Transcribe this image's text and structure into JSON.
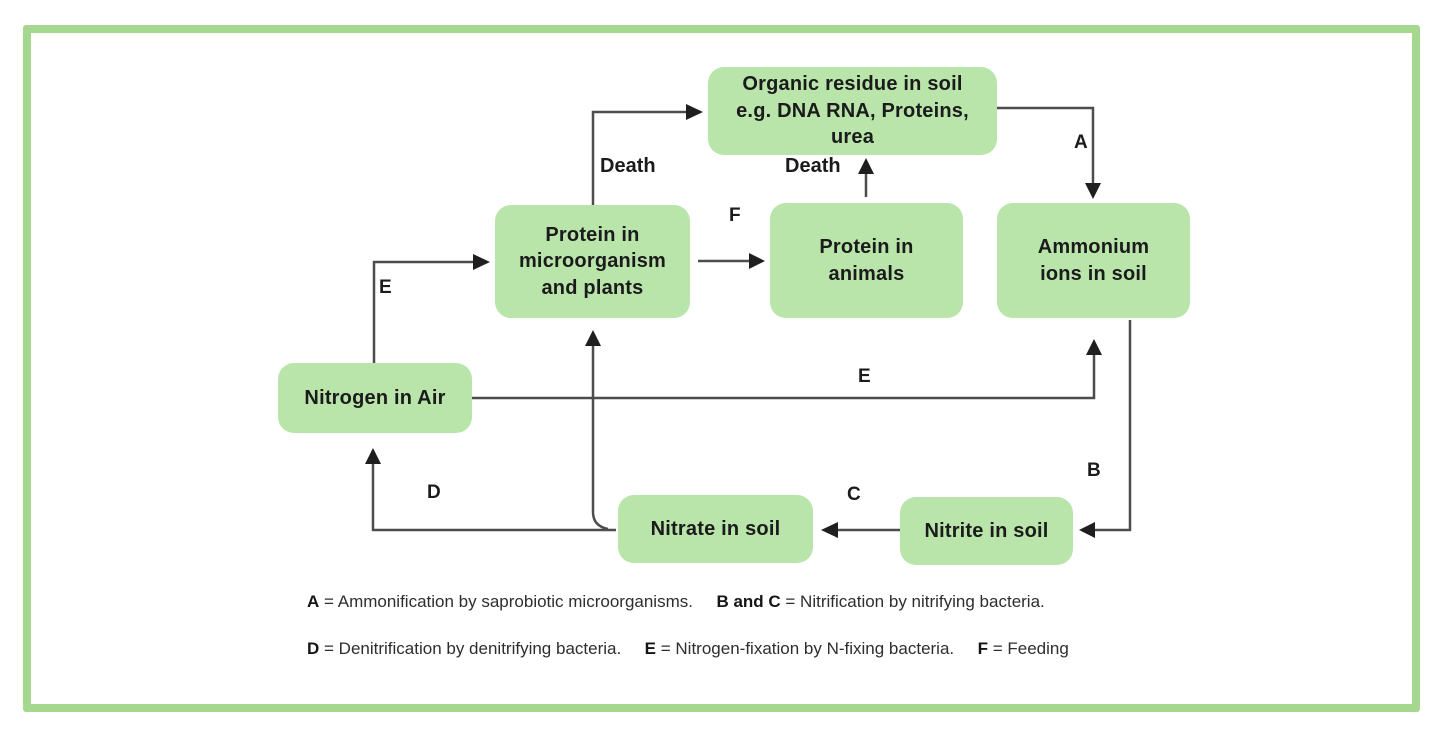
{
  "diagram": {
    "nodes": {
      "organic": {
        "label": "Organic residue in soil\ne.g. DNA RNA, Proteins,\nurea"
      },
      "protein_micro": {
        "label": "Protein in\nmicroorganism\nand plants"
      },
      "protein_animals": {
        "label": "Protein in\nanimals"
      },
      "ammonium": {
        "label": "Ammonium\nions in soil"
      },
      "nitrogen_air": {
        "label": "Nitrogen in Air"
      },
      "nitrate": {
        "label": "Nitrate in soil"
      },
      "nitrite": {
        "label": "Nitrite in soil"
      }
    },
    "edge_labels": {
      "death1": "Death",
      "death2": "Death",
      "a": "A",
      "b": "B",
      "c": "C",
      "d": "D",
      "e1": "E",
      "e2": "E",
      "f": "F"
    },
    "legend": {
      "line1_key1": "A",
      "line1_text1": "= Ammonification by saprobiotic microorganisms.",
      "line1_key2": "B and C",
      "line1_text2": "= Nitrification by nitrifying bacteria.",
      "line2_key1": "D",
      "line2_text1": "= Denitrification by denitrifying bacteria.",
      "line2_key2": "E",
      "line2_text2": "= Nitrogen-fixation by N-fixing bacteria.",
      "line2_key3": "F",
      "line2_text3": "= Feeding"
    },
    "colors": {
      "box_fill": "#b9e5ab",
      "frame_border": "#a6d78f",
      "line": "#4d4d4d",
      "arrowhead": "#1f1f1f",
      "text": "#1b1b1b"
    }
  }
}
